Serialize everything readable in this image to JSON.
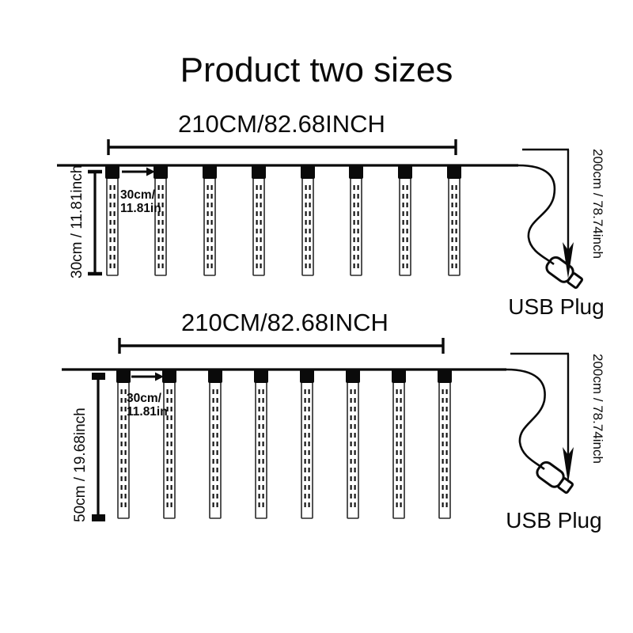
{
  "page": {
    "title": "Product two sizes",
    "background_color": "#ffffff",
    "ink_color": "#0a0a0a"
  },
  "diagrams": [
    {
      "id": "size-small",
      "width_label": "210CM/82.68INCH",
      "drop_label": "30cm / 11.81inch",
      "spacing_label_line1": "30cm/",
      "spacing_label_line2": "11.81in",
      "cable_label": "200cm / 78.74inch",
      "plug_label": "USB Plug",
      "tube_count": 8,
      "tube_length_cm": 30,
      "tube_length_inch": 11.81,
      "span_cm": 210,
      "span_inch": 82.68,
      "spacing_cm": 30,
      "spacing_inch": 11.81,
      "cable_cm": 200,
      "cable_inch": 78.74,
      "leds_per_column": 11
    },
    {
      "id": "size-large",
      "width_label": "210CM/82.68INCH",
      "drop_label": "50cm / 19.68inch",
      "spacing_label_line1": "30cm/",
      "spacing_label_line2": "11.81in",
      "cable_label": "200cm / 78.74inch",
      "plug_label": "USB Plug",
      "tube_count": 8,
      "tube_length_cm": 50,
      "tube_length_inch": 19.68,
      "span_cm": 210,
      "span_inch": 82.68,
      "spacing_cm": 30,
      "spacing_inch": 11.81,
      "cable_cm": 200,
      "cable_inch": 78.74,
      "leds_per_column": 17
    }
  ],
  "icons": {
    "usb_plug": "usb-plug-icon",
    "spacing_arrow": "spacing-arrow-icon",
    "cable_arrow": "cable-down-arrow-icon"
  }
}
